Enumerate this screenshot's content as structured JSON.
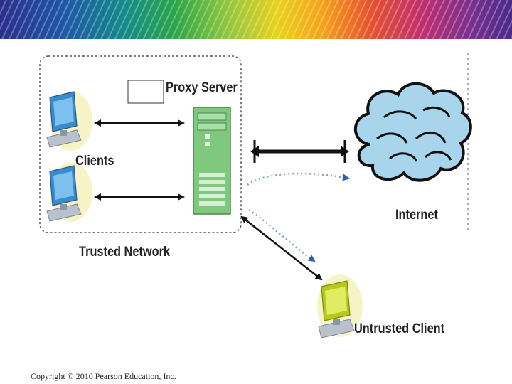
{
  "labels": {
    "proxy_server": "Proxy Server",
    "clients": "Clients",
    "internet": "Internet",
    "trusted_network": "Trusted Network",
    "untrusted_client": "Untrusted Client"
  },
  "footer": {
    "copyright": "Copyright © 2010 Pearson Education, Inc."
  },
  "colors": {
    "proxy_server_fill": "#7fc97f",
    "client_monitor": "#3a8ad0",
    "untrusted_monitor": "#b8c81a",
    "cloud_fill": "#a8d4ec",
    "dotted_arrow": "#7b9ed6"
  }
}
